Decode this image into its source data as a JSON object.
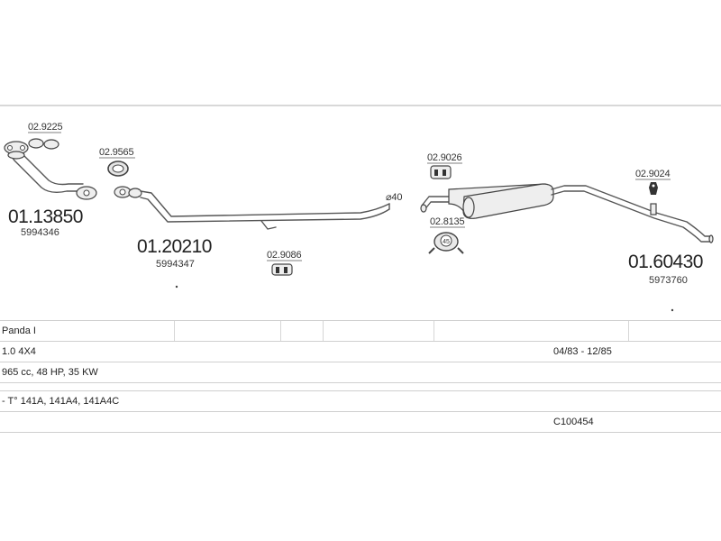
{
  "parts": {
    "downpipe_gasket": "02.9225",
    "front_pipe_no": "01.13850",
    "front_pipe_oe": "5994346",
    "front_gasket": "02.9565",
    "middle_pipe_no": "01.20210",
    "middle_pipe_oe": "5994347",
    "middle_hanger": "02.9086",
    "diameter_label": "⌀40",
    "rubber_mount": "02.9026",
    "clamp": "02.8135",
    "clamp_size": "45",
    "rear_mount": "02.9024",
    "rear_box_no": "01.60430",
    "rear_box_oe": "5973760"
  },
  "table": {
    "model": "Panda I",
    "engine": "1.0 4X4",
    "years": "04/83 - 12/85",
    "power": "965 cc, 48 HP, 35 KW",
    "engine_codes": "- T° 141A, 141A4, 141A4C",
    "catalog_no": "C100454"
  }
}
